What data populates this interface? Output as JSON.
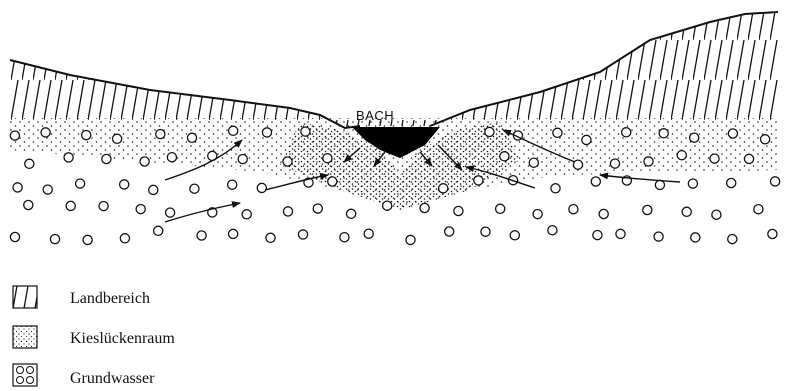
{
  "stream_label": "BACH",
  "legend": [
    {
      "key": "land",
      "label": "Landbereich"
    },
    {
      "key": "gravel",
      "label": "Kieslückenraum"
    },
    {
      "key": "groundwater",
      "label": "Grundwasser"
    }
  ]
}
